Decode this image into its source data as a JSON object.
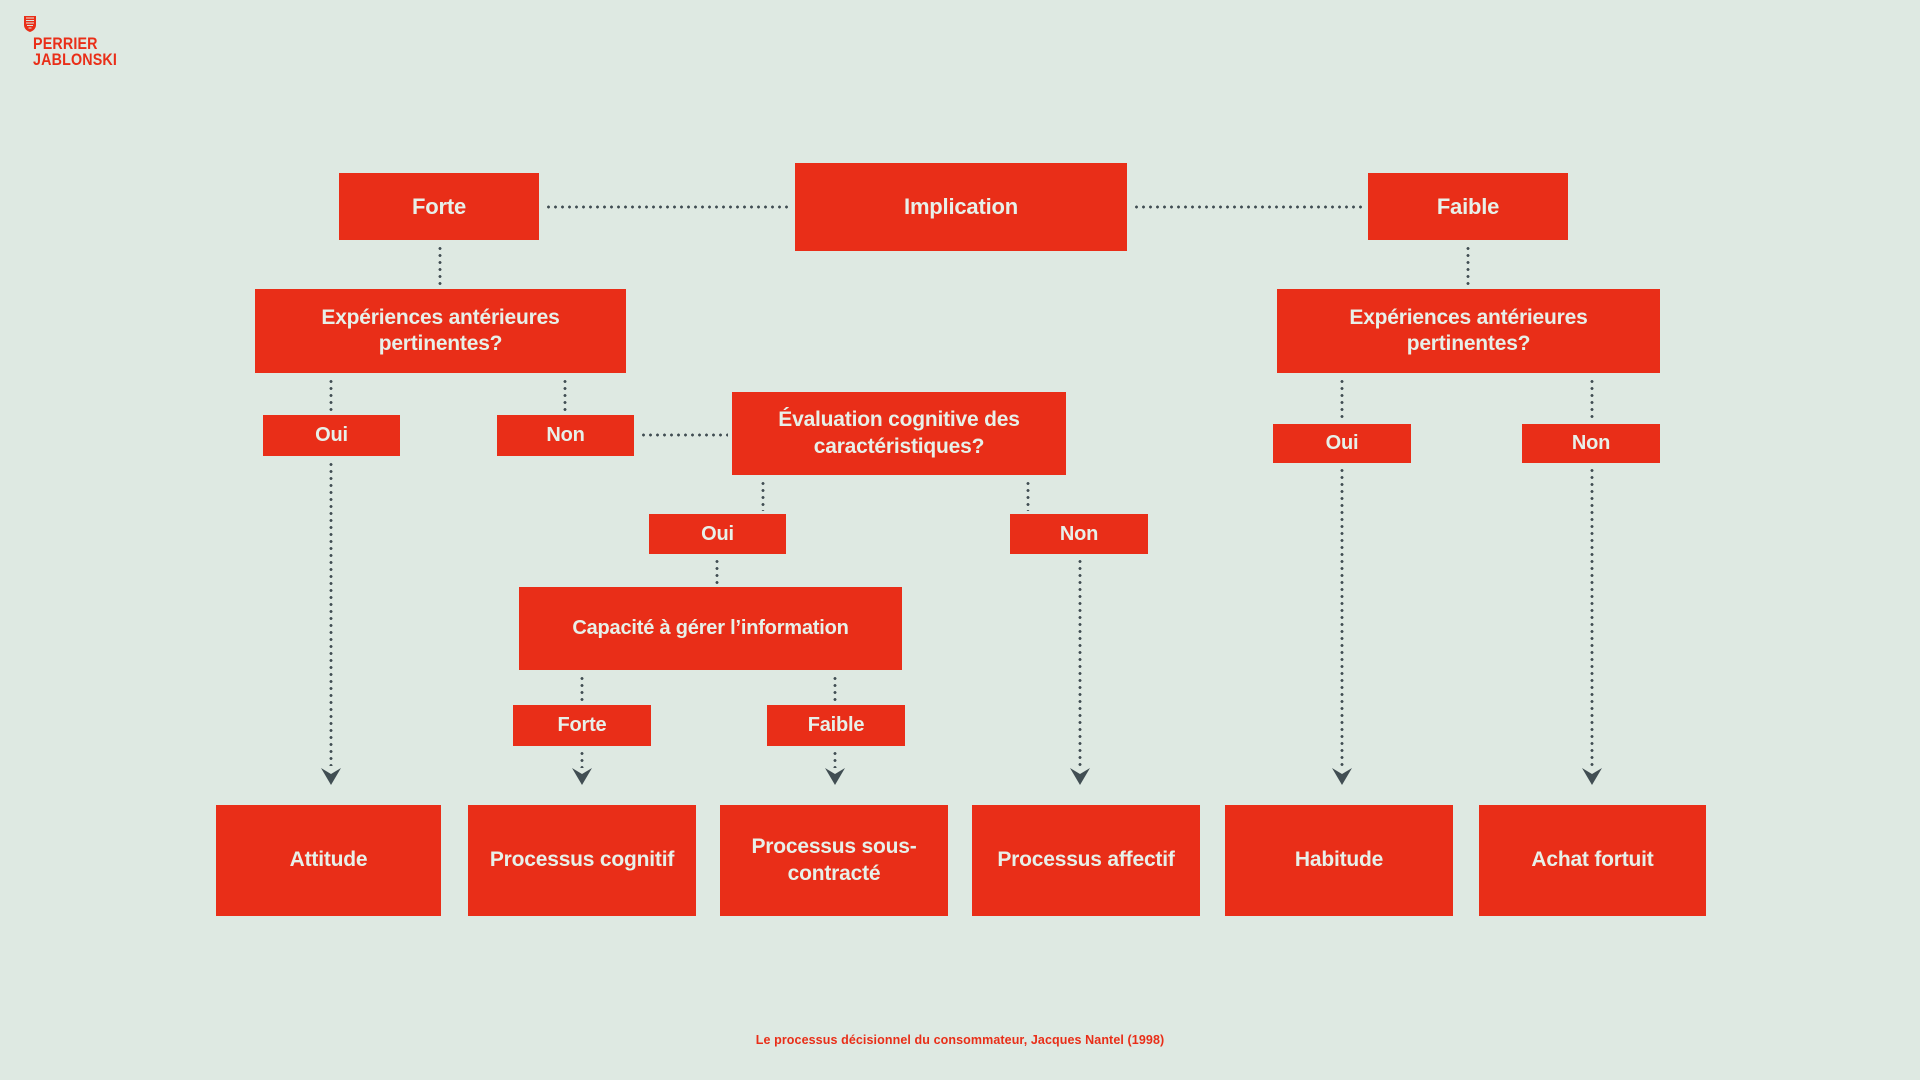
{
  "logo": {
    "line1": "PERRIER",
    "line2": "JABLONSKI",
    "icon": "crest-icon"
  },
  "caption": "Le processus décisionnel du consommateur, Jacques Nantel (1998)",
  "colors": {
    "background": "#dee9e2",
    "box": "#e92e18",
    "box_text": "#e7f0e9",
    "connector": "#414e53",
    "accent": "#e92e18"
  },
  "nodes": {
    "implication": {
      "label": "Implication"
    },
    "forte_implication": {
      "label": "Forte"
    },
    "faible_implication": {
      "label": "Faible"
    },
    "experiences_left": {
      "label": "Expériences antérieures pertinentes?"
    },
    "experiences_right": {
      "label": "Expériences antérieures pertinentes?"
    },
    "oui_left": {
      "label": "Oui"
    },
    "non_left": {
      "label": "Non"
    },
    "evaluation": {
      "label": "Évaluation cognitive des caractéristiques?"
    },
    "oui_evaluation": {
      "label": "Oui"
    },
    "non_evaluation": {
      "label": "Non"
    },
    "capacite": {
      "label": "Capacité à gérer l’information"
    },
    "forte_capacite": {
      "label": "Forte"
    },
    "faible_capacite": {
      "label": "Faible"
    },
    "oui_right": {
      "label": "Oui"
    },
    "non_right": {
      "label": "Non"
    },
    "attitude": {
      "label": "Attitude"
    },
    "processus_cognitif": {
      "label": "Processus cognitif"
    },
    "processus_sous_contracte": {
      "label": "Processus sous-contracté"
    },
    "processus_affectif": {
      "label": "Processus affectif"
    },
    "habitude": {
      "label": "Habitude"
    },
    "achat_fortuit": {
      "label": "Achat fortuit"
    }
  },
  "edges": [
    {
      "from": "forte_implication",
      "to": "implication",
      "style": "dotted",
      "arrow": false
    },
    {
      "from": "implication",
      "to": "faible_implication",
      "style": "dotted",
      "arrow": false
    },
    {
      "from": "forte_implication",
      "to": "experiences_left",
      "style": "dotted",
      "arrow": false
    },
    {
      "from": "faible_implication",
      "to": "experiences_right",
      "style": "dotted",
      "arrow": false
    },
    {
      "from": "experiences_left",
      "to": "oui_left",
      "style": "dotted",
      "arrow": false
    },
    {
      "from": "experiences_left",
      "to": "non_left",
      "style": "dotted",
      "arrow": false
    },
    {
      "from": "non_left",
      "to": "evaluation",
      "style": "dotted",
      "arrow": false
    },
    {
      "from": "evaluation",
      "to": "oui_evaluation",
      "style": "dotted",
      "arrow": false
    },
    {
      "from": "evaluation",
      "to": "non_evaluation",
      "style": "dotted",
      "arrow": false
    },
    {
      "from": "oui_evaluation",
      "to": "capacite",
      "style": "dotted",
      "arrow": false
    },
    {
      "from": "capacite",
      "to": "forte_capacite",
      "style": "dotted",
      "arrow": false
    },
    {
      "from": "capacite",
      "to": "faible_capacite",
      "style": "dotted",
      "arrow": false
    },
    {
      "from": "experiences_right",
      "to": "oui_right",
      "style": "dotted",
      "arrow": false
    },
    {
      "from": "experiences_right",
      "to": "non_right",
      "style": "dotted",
      "arrow": false
    },
    {
      "from": "oui_left",
      "to": "attitude",
      "style": "dotted",
      "arrow": true
    },
    {
      "from": "forte_capacite",
      "to": "processus_cognitif",
      "style": "dotted",
      "arrow": true
    },
    {
      "from": "faible_capacite",
      "to": "processus_sous_contracte",
      "style": "dotted",
      "arrow": true
    },
    {
      "from": "non_evaluation",
      "to": "processus_affectif",
      "style": "dotted",
      "arrow": true
    },
    {
      "from": "oui_right",
      "to": "habitude",
      "style": "dotted",
      "arrow": true
    },
    {
      "from": "non_right",
      "to": "achat_fortuit",
      "style": "dotted",
      "arrow": true
    }
  ]
}
